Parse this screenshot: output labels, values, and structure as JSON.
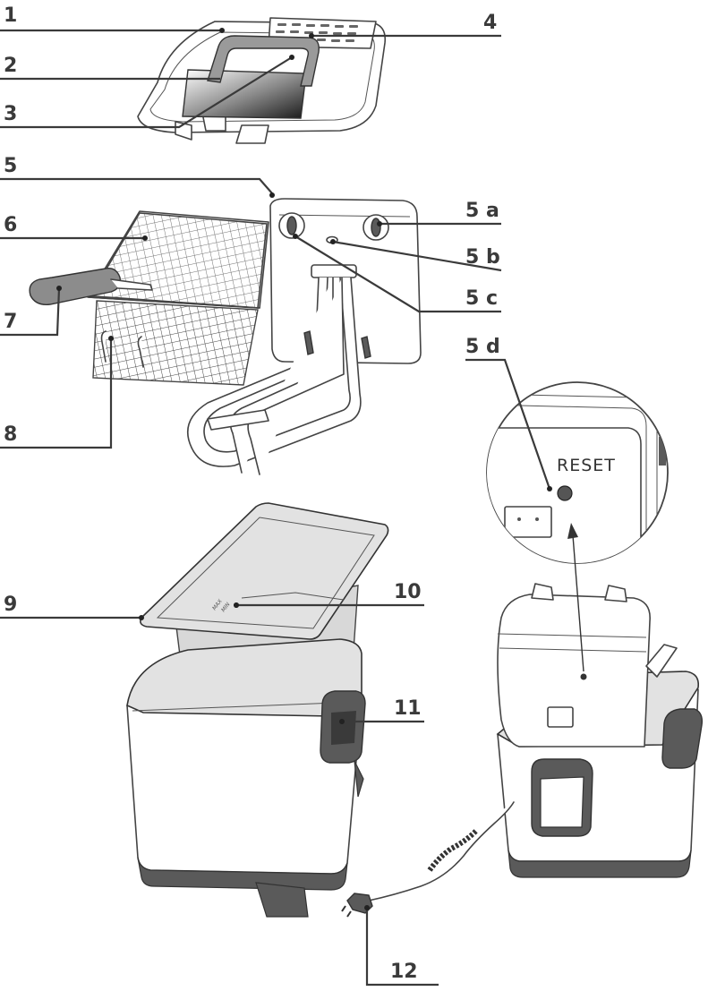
{
  "callouts": {
    "c1": "1",
    "c2": "2",
    "c3": "3",
    "c4": "4",
    "c5": "5",
    "c5a": "5 a",
    "c5b": "5 b",
    "c5c": "5 c",
    "c5d": "5 d",
    "c6": "6",
    "c7": "7",
    "c8": "8",
    "c9": "9",
    "c10": "10",
    "c11": "11",
    "c12": "12"
  },
  "detail": {
    "reset_label": "RESET"
  },
  "vessel": {
    "max_mark": "MAX",
    "min_mark": "MIN"
  }
}
